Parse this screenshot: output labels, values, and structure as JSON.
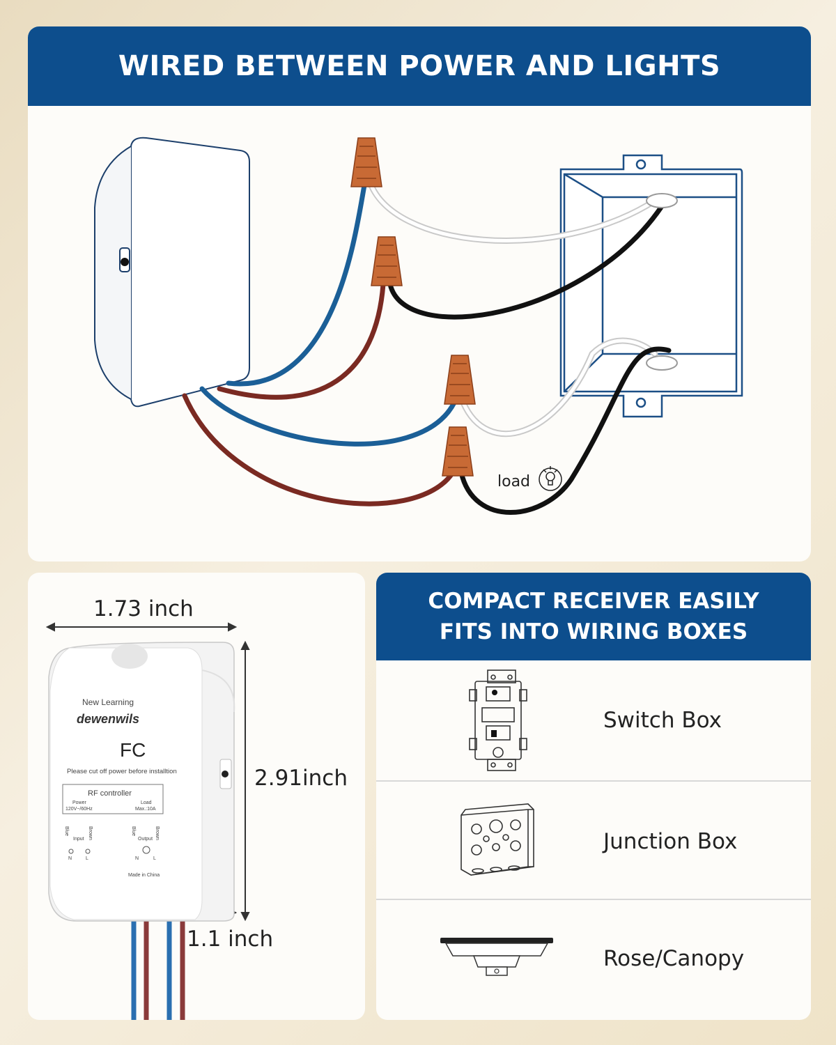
{
  "top": {
    "title": "WIRED BETWEEN POWER AND LIGHTS",
    "load_label": "load"
  },
  "device": {
    "width_label": "1.73 inch",
    "height_label": "2.91inch",
    "depth_label": "1.1 inch",
    "label_new_learning": "New Learning",
    "brand": "dewenwils",
    "fc": "FC",
    "warning": "Please cut off power before installtion",
    "controller": "RF controller",
    "power": "Power",
    "power_spec": "120V~/60Hz",
    "load": "Load",
    "load_spec": "Max.:10A",
    "input": "Input",
    "output": "Output",
    "blue": "Blue",
    "brown": "Brown",
    "n": "N",
    "l": "L",
    "made_in": "Made in China"
  },
  "compact": {
    "title_line1": "COMPACT RECEIVER EASILY",
    "title_line2": "FITS INTO WIRING BOXES",
    "items": [
      {
        "label": "Switch Box",
        "icon": "switch-box-icon"
      },
      {
        "label": "Junction Box",
        "icon": "junction-box-icon"
      },
      {
        "label": "Rose/Canopy",
        "icon": "canopy-icon"
      }
    ]
  },
  "colors": {
    "banner": "#0d4e8d",
    "blue_wire": "#1b5f97",
    "brown_wire": "#7a2a22",
    "black_wire": "#111111",
    "wire_nut": "#c86a35"
  }
}
